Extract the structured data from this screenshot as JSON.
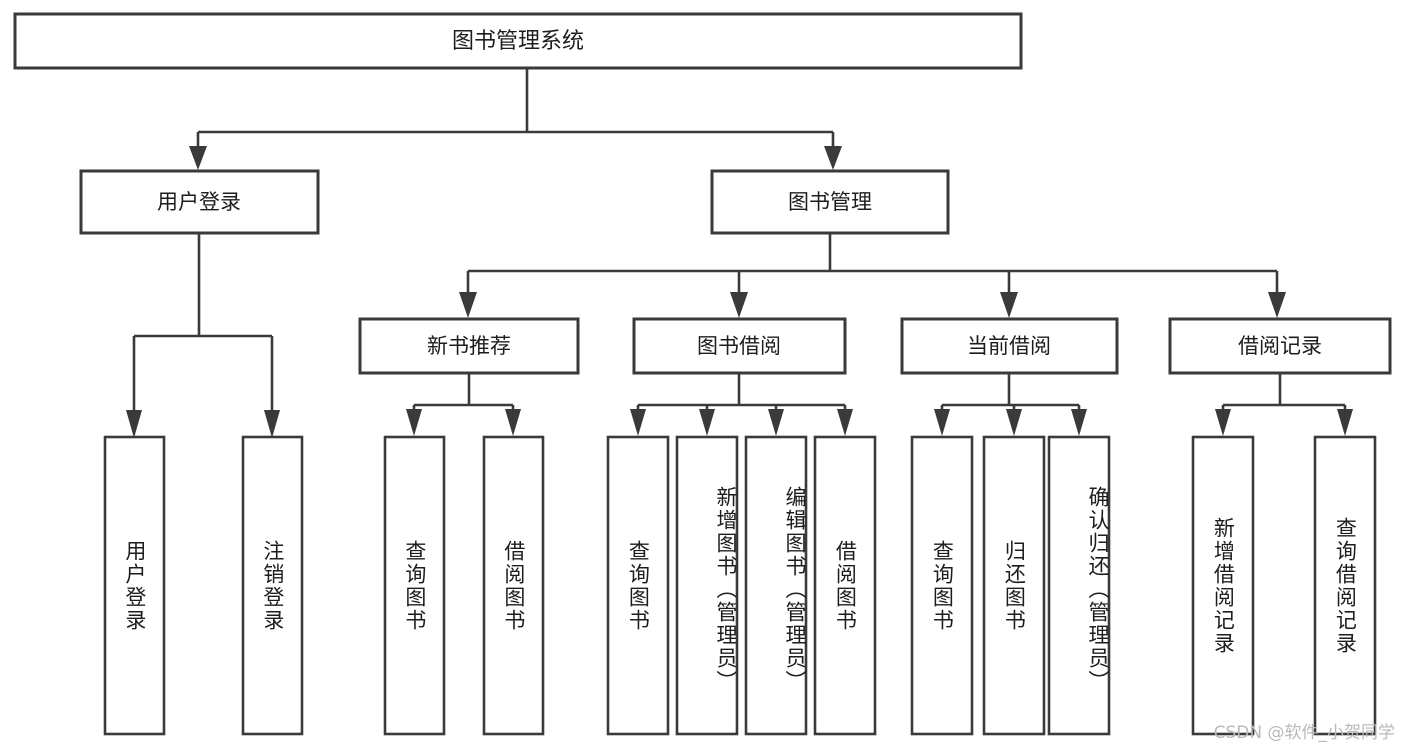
{
  "diagram": {
    "type": "tree",
    "title": "图书管理系统",
    "root": {
      "id": "root",
      "label": "图书管理系统"
    },
    "level2": [
      {
        "id": "user-login",
        "label": "用户登录"
      },
      {
        "id": "book-management",
        "label": "图书管理"
      }
    ],
    "level3": [
      {
        "id": "new-book-recommend",
        "label": "新书推荐",
        "parent": "book-management"
      },
      {
        "id": "book-borrow",
        "label": "图书借阅",
        "parent": "book-management"
      },
      {
        "id": "current-borrow",
        "label": "当前借阅",
        "parent": "book-management"
      },
      {
        "id": "borrow-record",
        "label": "借阅记录",
        "parent": "book-management"
      }
    ],
    "leaves": {
      "user-login": [
        {
          "id": "leaf-user-login",
          "label": "用户登录"
        },
        {
          "id": "leaf-logout",
          "label": "注销登录"
        }
      ],
      "new-book-recommend": [
        {
          "id": "leaf-query-book-1",
          "label": "查询图书"
        },
        {
          "id": "leaf-borrow-book-1",
          "label": "借阅图书"
        }
      ],
      "book-borrow": [
        {
          "id": "leaf-query-book-2",
          "label": "查询图书"
        },
        {
          "id": "leaf-add-book",
          "label": "新增图书（管理员）"
        },
        {
          "id": "leaf-edit-book",
          "label": "编辑图书（管理员）"
        },
        {
          "id": "leaf-borrow-book-2",
          "label": "借阅图书"
        }
      ],
      "current-borrow": [
        {
          "id": "leaf-query-book-3",
          "label": "查询图书"
        },
        {
          "id": "leaf-return-book",
          "label": "归还图书"
        },
        {
          "id": "leaf-confirm-return",
          "label": "确认归还（管理员）"
        }
      ],
      "borrow-record": [
        {
          "id": "leaf-add-record",
          "label": "新增借阅记录"
        },
        {
          "id": "leaf-query-record",
          "label": "查询借阅记录"
        }
      ]
    },
    "colors": {
      "background": "#ffffff",
      "box_fill": "#ffffff",
      "stroke": "#3a3a3a",
      "text": "#1d1d1d",
      "watermark": "#b9b9b9"
    }
  },
  "watermark": {
    "text": "CSDN @软件_小贺同学"
  }
}
